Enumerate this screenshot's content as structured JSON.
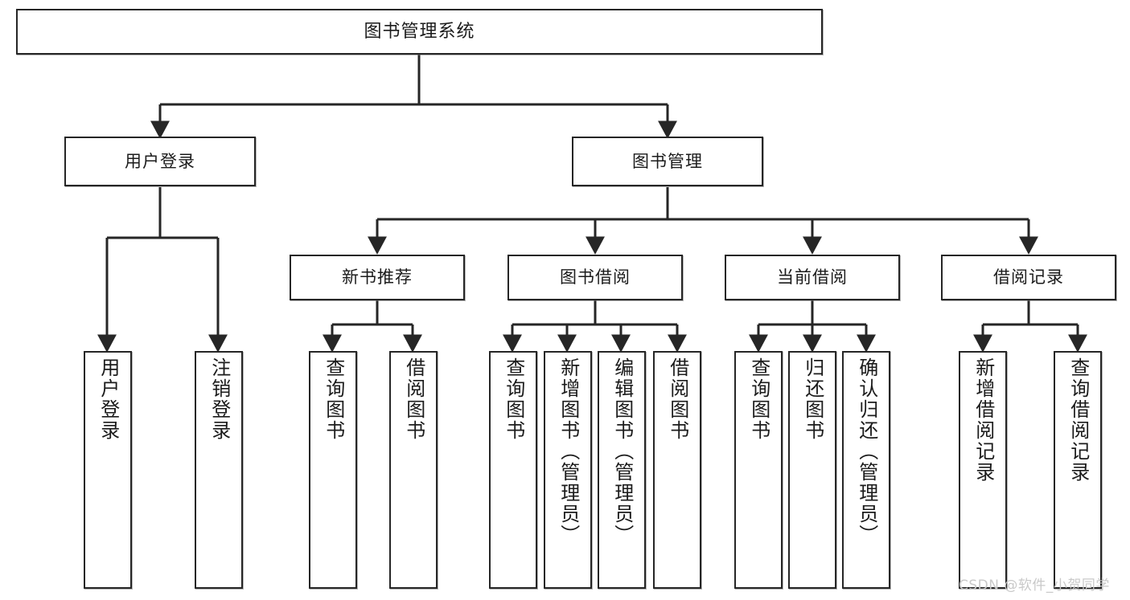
{
  "diagram": {
    "type": "tree",
    "title": "图书管理系统",
    "style": {
      "box_fill": "#ffffff",
      "box_stroke": "#262626",
      "text_color": "#1b1b1b",
      "wire_color": "#262626",
      "watermark_color": "#c9c9c9"
    },
    "root": {
      "label": "图书管理系统"
    },
    "level2": [
      {
        "label": "用户登录"
      },
      {
        "label": "图书管理"
      }
    ],
    "level3": [
      {
        "label": "新书推荐"
      },
      {
        "label": "图书借阅"
      },
      {
        "label": "当前借阅"
      },
      {
        "label": "借阅记录"
      }
    ],
    "leaves": {
      "user_login": [
        {
          "label": "用户登录"
        },
        {
          "label": "注销登录"
        }
      ],
      "new_book_recommend": [
        {
          "label": "查询图书"
        },
        {
          "label": "借阅图书"
        }
      ],
      "book_borrow": [
        {
          "label": "查询图书"
        },
        {
          "label": "新增图书（管理员）"
        },
        {
          "label": "编辑图书（管理员）"
        },
        {
          "label": "借阅图书"
        }
      ],
      "current_borrow": [
        {
          "label": "查询图书"
        },
        {
          "label": "归还图书"
        },
        {
          "label": "确认归还（管理员）"
        }
      ],
      "borrow_records": [
        {
          "label": "新增借阅记录"
        },
        {
          "label": "查询借阅记录"
        }
      ]
    }
  },
  "watermark": {
    "text": "CSDN @软件_小贺同学"
  }
}
